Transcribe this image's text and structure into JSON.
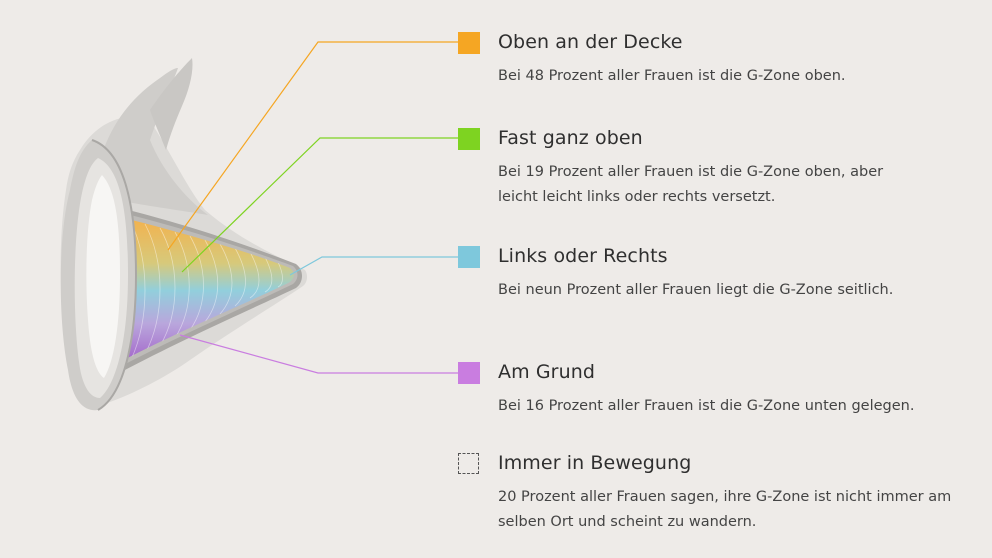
{
  "colors": {
    "background": "#eeebe8",
    "oben": "#f5a623",
    "fast_oben": "#7ed321",
    "seitlich": "#7ec8dc",
    "grund": "#c97de0",
    "body_light": "#dcdad7",
    "body_mid": "#c3c1be",
    "body_dark": "#9d9b98"
  },
  "legend": {
    "top": {
      "icon": "orange-square",
      "title": "Oben an der Decke",
      "description": "Bei 48 Prozent aller Frauen ist die G-Zone oben."
    },
    "almost_top": {
      "icon": "green-square",
      "title": "Fast ganz oben",
      "description": "Bei 19 Prozent aller Frauen ist die G-Zone oben, aber leicht leicht links oder rechts versetzt."
    },
    "side": {
      "icon": "light-blue-square",
      "title": "Links oder Rechts",
      "description": "Bei neun Prozent aller Frauen liegt die G-Zone seitlich."
    },
    "bottom": {
      "icon": "purple-square",
      "title": "Am Grund",
      "description": "Bei 16 Prozent aller Frauen ist die G-Zone unten gelegen."
    },
    "moving": {
      "icon": "dashed-square",
      "title": "Immer in Bewegung",
      "description": "20 Prozent aller Frauen sagen, ihre G-Zone ist nicht immer am selben Ort und scheint zu wandern."
    }
  }
}
